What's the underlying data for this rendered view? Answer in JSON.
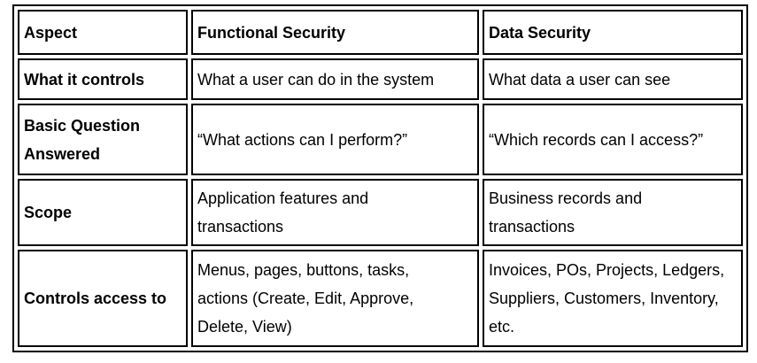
{
  "table": {
    "headers": [
      "Aspect",
      "Functional Security",
      "Data Security"
    ],
    "rows": [
      {
        "aspect": "What it controls",
        "functional": "What a user can do in the system",
        "data": "What data a user can see"
      },
      {
        "aspect": "Basic Question\nAnswered",
        "functional": "“What actions can I perform?”",
        "data": "“Which records can I access?”"
      },
      {
        "aspect": "Scope",
        "functional": "Application features and\ntransactions",
        "data": "Business records and\ntransactions"
      },
      {
        "aspect": "Controls access to",
        "functional": "Menus, pages, buttons, tasks,\nactions (Create, Edit, Approve,\nDelete, View)",
        "data": "Invoices, POs, Projects, Ledgers,\nSuppliers, Customers, Inventory,\netc."
      }
    ],
    "colors": {
      "border": "#000000",
      "text": "#000000",
      "background": "#ffffff"
    }
  }
}
